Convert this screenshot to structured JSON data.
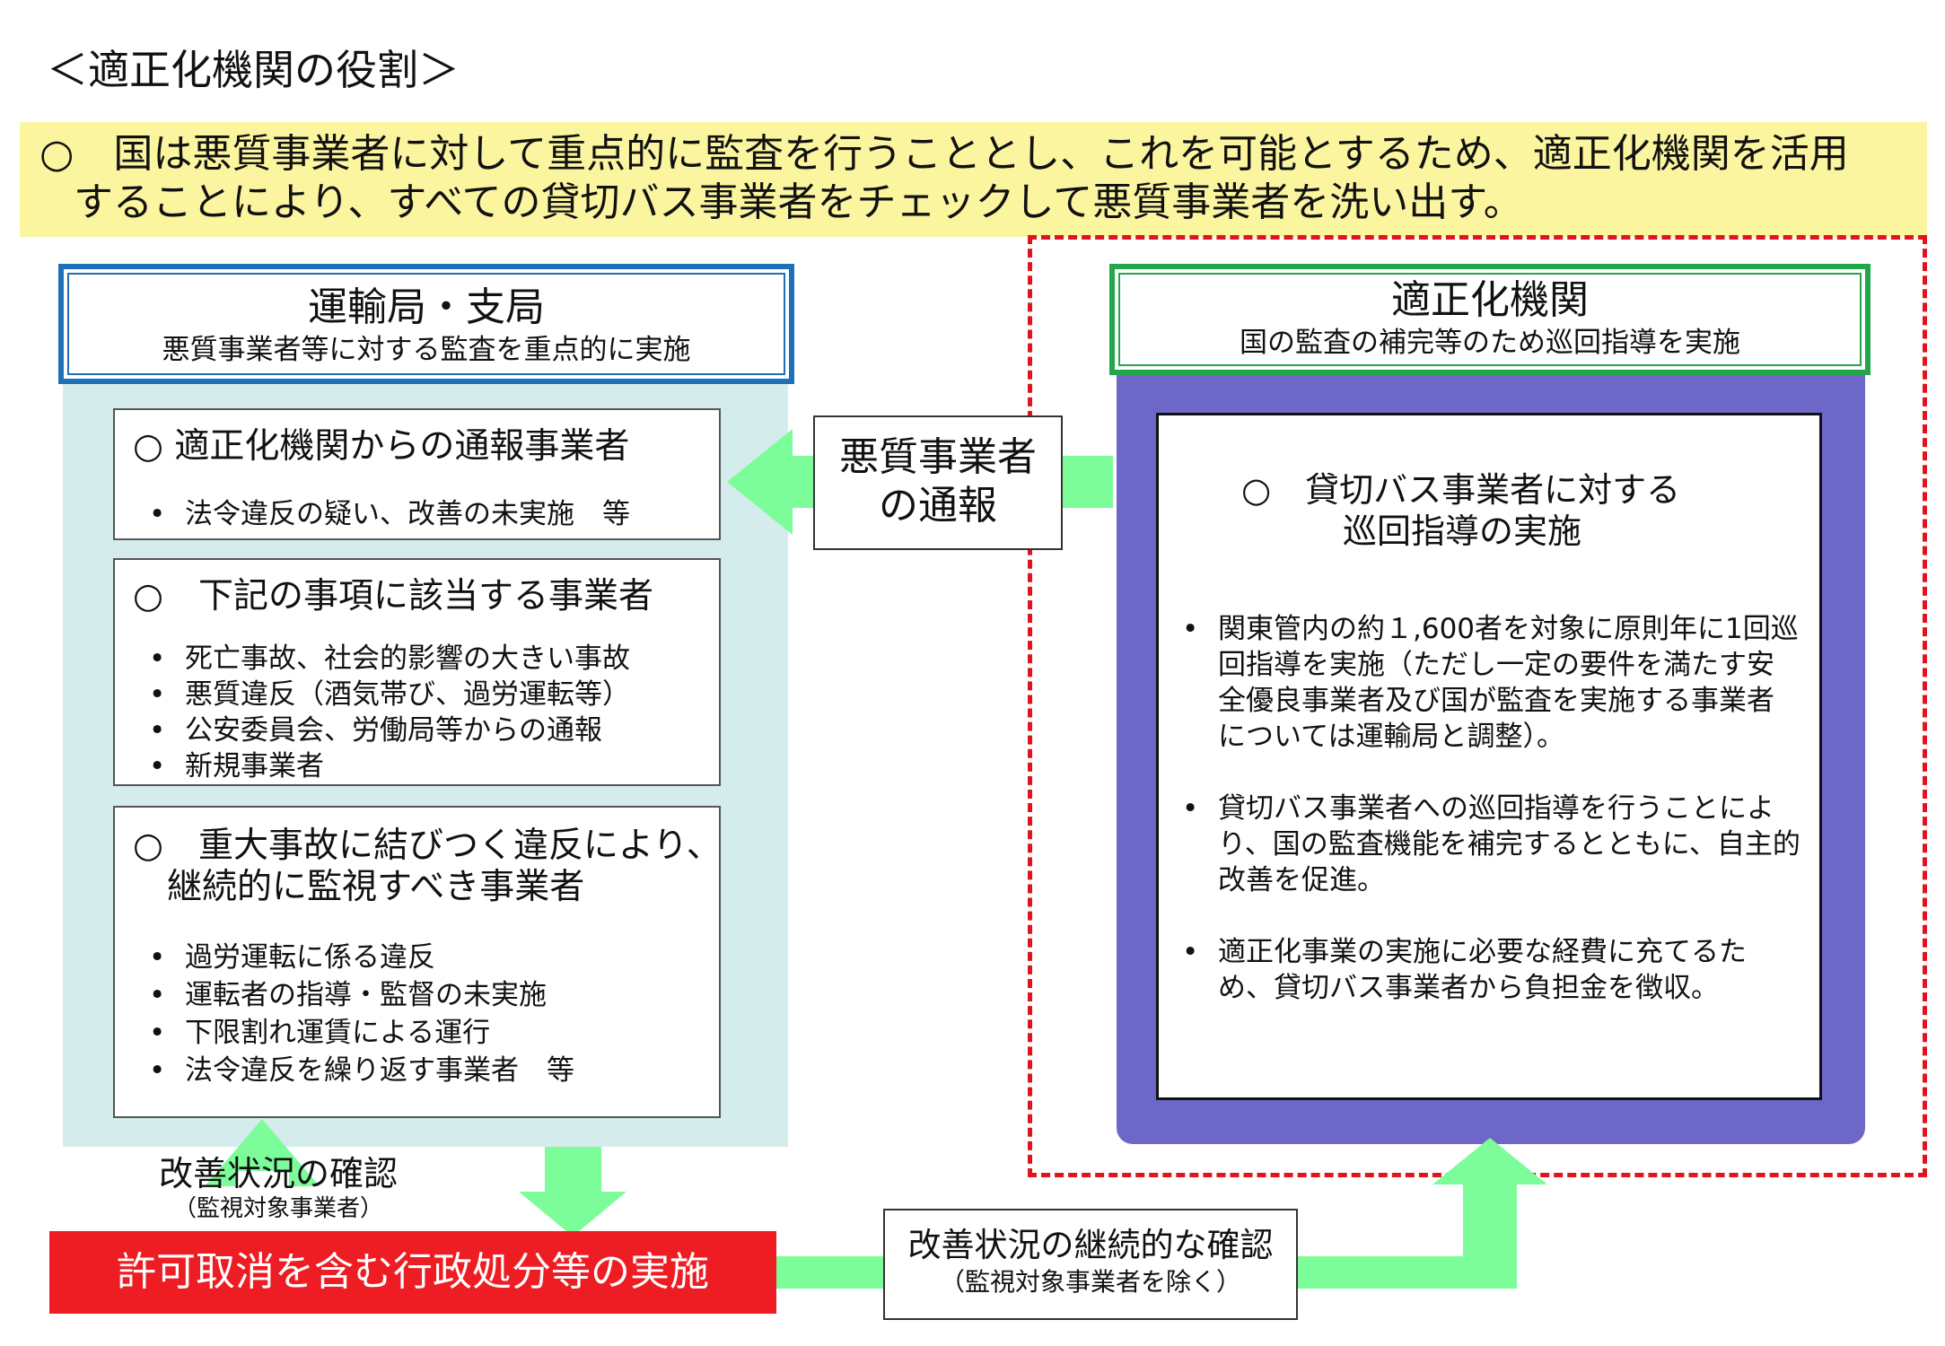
{
  "title": "＜適正化機関の役割＞",
  "banner": {
    "line1": "○　国は悪質事業者に対して重点的に監査を行うこととし、これを可能とするため、適正化機関を活用",
    "line2": "することにより、すべての貸切バス事業者をチェックして悪質事業者を洗い出す。"
  },
  "left": {
    "header_title": "運輸局・支局",
    "header_sub": "悪質事業者等に対する監査を重点的に実施",
    "box1": {
      "heading": "○ 適正化機関からの通報事業者",
      "items": [
        "法令違反の疑い、改善の未実施　等"
      ]
    },
    "box2": {
      "heading": "○　下記の事項に該当する事業者",
      "items": [
        "死亡事故、社会的影響の大きい事故",
        "悪質違反（酒気帯び、過労運転等）",
        "公安委員会、労働局等からの通報",
        "新規事業者"
      ]
    },
    "box3": {
      "heading_line1": "○　重大事故に結びつく違反により、",
      "heading_line2": "継続的に監視すべき事業者",
      "items": [
        "過労運転に係る違反",
        "運転者の指導・監督の未実施",
        "下限割れ運賃による運行",
        "法令違反を繰り返す事業者　等"
      ]
    }
  },
  "report": {
    "line1": "悪質事業者",
    "line2": "の通報"
  },
  "right": {
    "header_title": "適正化機関",
    "header_sub": "国の監査の補完等のため巡回指導を実施",
    "heading_line1": "○　貸切バス事業者に対する",
    "heading_line2": "巡回指導の実施",
    "items": [
      "関東管内の約１,600者を対象に原則年に1回巡回指導を実施（ただし一定の要件を満たす安全優良事業者及び国が監査を実施する事業者については運輸局と調整）。",
      "貸切バス事業者への巡回指導を行うことにより、国の監査機能を補完するとともに、自主的改善を促進。",
      "適正化事業の実施に必要な経費に充てるため、貸切バス事業者から負担金を徴収。"
    ]
  },
  "kaizen": {
    "main": "改善状況の確認",
    "sub": "（監視対象事業者）"
  },
  "action": "許可取消を含む行政処分等の実施",
  "continuous": {
    "main": "改善状況の継続的な確認",
    "sub": "（監視対象事業者を除く）"
  },
  "colors": {
    "arrow": "#7dfd9a",
    "banner": "#fbf59f",
    "red": "#ee1d23",
    "purple": "#6d67c8",
    "blue": "#1d6fb8",
    "green": "#22a64a",
    "panel": "#d4ecec"
  }
}
